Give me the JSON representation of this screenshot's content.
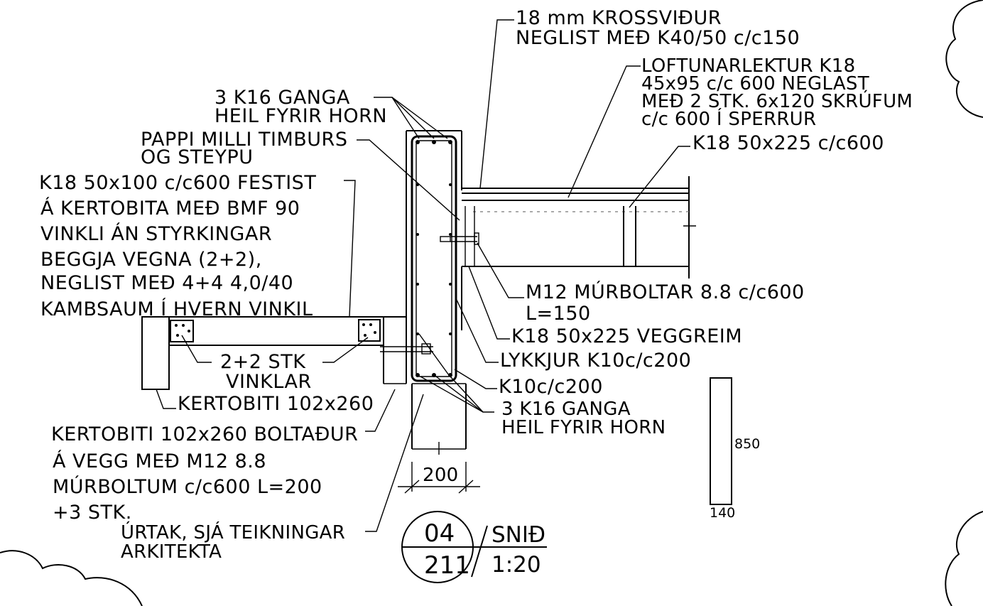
{
  "section_tag": {
    "number": "04",
    "sheet": "211",
    "word": "SNIÐ",
    "scale": "1:20"
  },
  "dimensions": {
    "wall_width": "200",
    "beam_height": "850",
    "beam_width": "140"
  },
  "labels": {
    "plywood": [
      "18 mm KROSSVIÐUR",
      "NEGLIST MEÐ K40/50 c/c150"
    ],
    "ventilation": [
      "LOFTUNARLEKTUR K18",
      "45x95 c/c 600 NEGLAST",
      "MEÐ 2 STK. 6x120 SKRÚFUM",
      "c/c 600 Í SPERRUR"
    ],
    "rafter": [
      "K18 50x225 c/c600"
    ],
    "rebar_top": [
      "3 K16 GANGA",
      "HEIL FYRIR HORN"
    ],
    "paper": [
      "PAPPI MILLI TIMBURS",
      "OG STEYPU"
    ],
    "joist": [
      "K18 50x100 c/c600 FESTIST",
      "Á KERTOBITA MEÐ BMF 90",
      "VINKLI ÁN STYRKINGAR",
      "BEGGJA VEGNA (2+2),",
      "NEGLIST MEÐ 4+4 4,0/40",
      "KAMBSAUM Í HVERN VINKIL"
    ],
    "bolts": [
      "M12 MÚRBOLTAR 8.8 c/c600",
      "L=150"
    ],
    "wall_plate": [
      "K18 50x225 VEGGREIM"
    ],
    "stirrups": [
      "LYKKJUR K10c/c200"
    ],
    "rebar_k10": [
      "K10c/c200"
    ],
    "rebar_bottom": [
      "3 K16 GANGA",
      "HEIL FYRIR HORN"
    ],
    "brackets": [
      "2+2 STK",
      "VINKLAR"
    ],
    "kerto": [
      "KERTOBITI 102x260"
    ],
    "kerto_bolted": [
      "KERTOBITI 102x260 BOLTAÐUR",
      "Á VEGG MEÐ M12 8.8",
      "MÚRBOLTUM c/c600 L=200",
      "+3 STK."
    ],
    "cutout": [
      "ÚRTAK, SJÁ TEIKNINGAR",
      "ARKITEKTA"
    ]
  }
}
